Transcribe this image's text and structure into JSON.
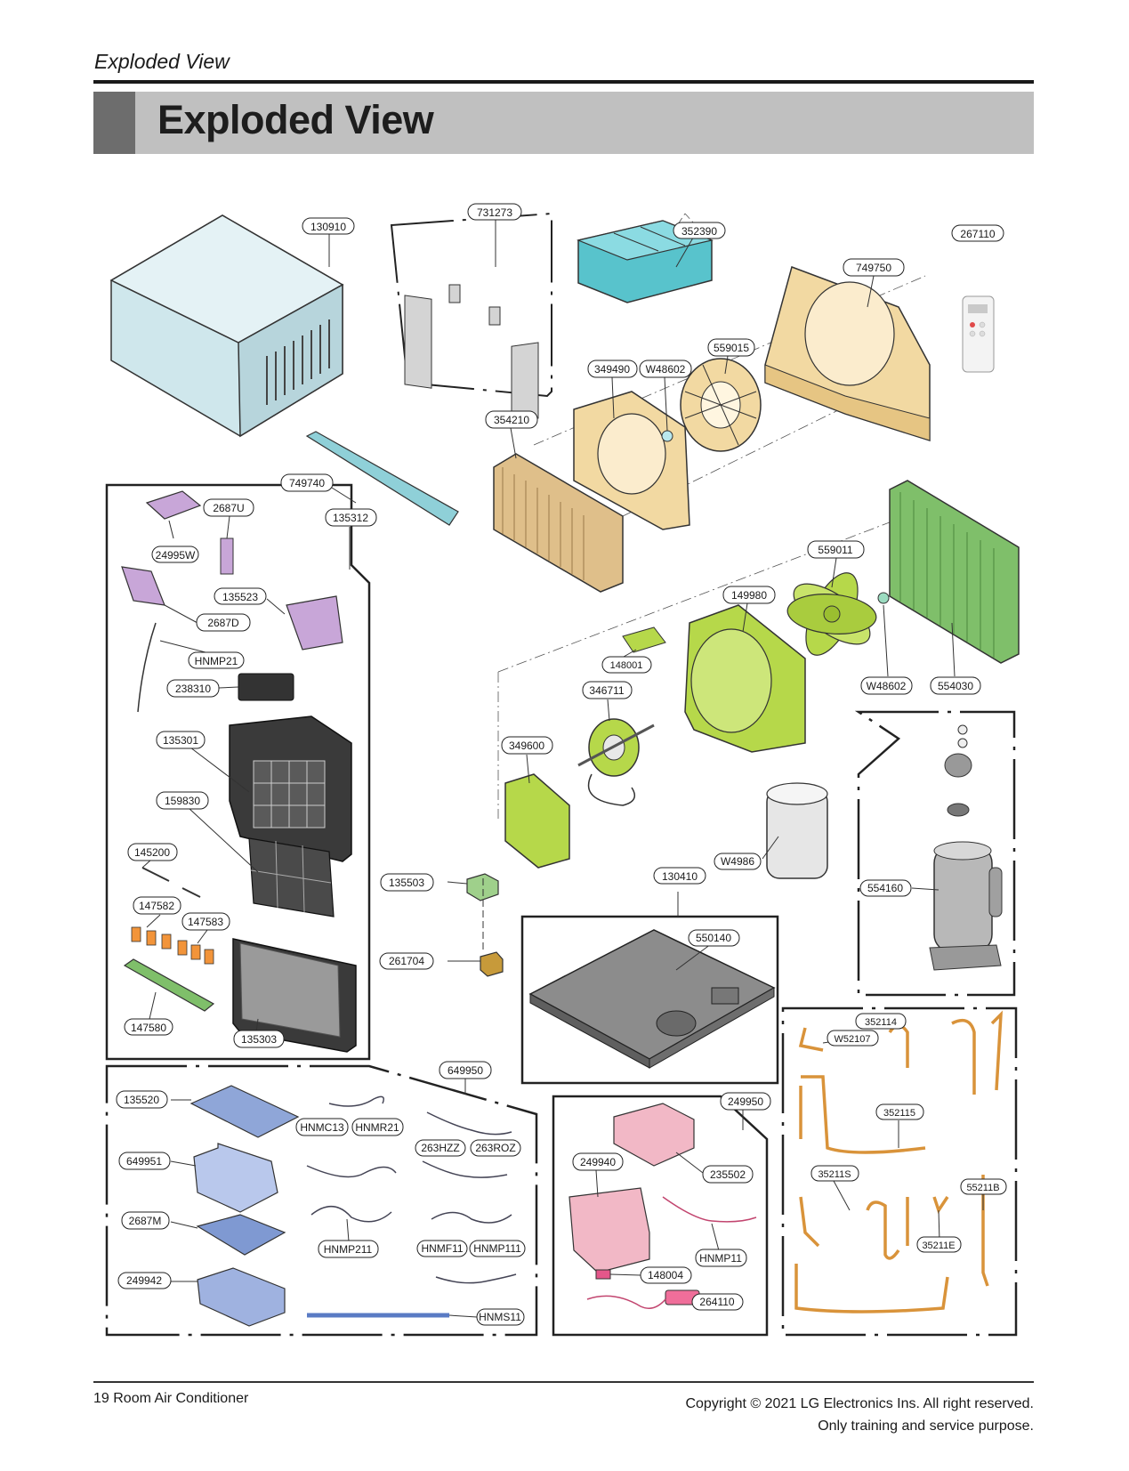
{
  "header": {
    "section": "Exploded View",
    "title": "Exploded View"
  },
  "parts": {
    "p130910": "130910",
    "p731273": "731273",
    "p352390": "352390",
    "p267110": "267110",
    "p749750": "749750",
    "p559015": "559015",
    "p349490": "349490",
    "pW48602a": "W48602",
    "p354210": "354210",
    "p749740": "749740",
    "p2687U": "2687U",
    "p135312": "135312",
    "p24995W": "24995W",
    "p135523": "135523",
    "p2687D": "2687D",
    "pHNMP21": "HNMP21",
    "p238310": "238310",
    "p135301": "135301",
    "p159830": "159830",
    "p145200": "145200",
    "p147582": "147582",
    "p147583": "147583",
    "p147580": "147580",
    "p135303": "135303",
    "p559011": "559011",
    "p149980": "149980",
    "p148001": "148001",
    "p346711": "346711",
    "pW48602b": "W48602",
    "p554030": "554030",
    "p349600": "349600",
    "pW4986": "W4986",
    "p135503": "135503",
    "p130410": "130410",
    "p554160": "554160",
    "p550140": "550140",
    "p261704": "261704",
    "p649950": "649950",
    "p135520": "135520",
    "pHNMC13": "HNMC13",
    "pHNMR21": "HNMR21",
    "p263HZZ": "263HZZ",
    "p263ROZ": "263ROZ",
    "p649951": "649951",
    "p2687M": "2687M",
    "pHNMP211": "HNMP211",
    "pHNMF11": "HNMF11",
    "pHNMP111": "HNMP111",
    "p249942": "249942",
    "pHNMS11": "HNMS11",
    "p249950": "249950",
    "p249940": "249940",
    "p235502": "235502",
    "pHNMP11": "HNMP11",
    "p148004": "148004",
    "p264110": "264110",
    "p352114": "352114",
    "pW52107": "W52107",
    "p352115": "352115",
    "p35211S": "35211S",
    "p55211B": "55211B",
    "p35211E": "35211E"
  },
  "colors": {
    "cabinet": "#cfe7ec",
    "duct": "#58c3cc",
    "cream": "#f2d9a2",
    "wood": "#dfbf8a",
    "condenser": "#7fbf6a",
    "lime": "#b6d84a",
    "purple": "#c8a6d8",
    "pink": "#f2b8c6",
    "blue": "#8fa6d8",
    "copper": "#e3a24a",
    "orange": "#f2943a",
    "dark": "#333333",
    "grey": "#d4d4d4"
  },
  "footer": {
    "page": "19 Room Air Conditioner",
    "copyright": "Copyright © 2021 LG Electronics Ins. All right reserved.",
    "note": "Only training and service purpose."
  }
}
